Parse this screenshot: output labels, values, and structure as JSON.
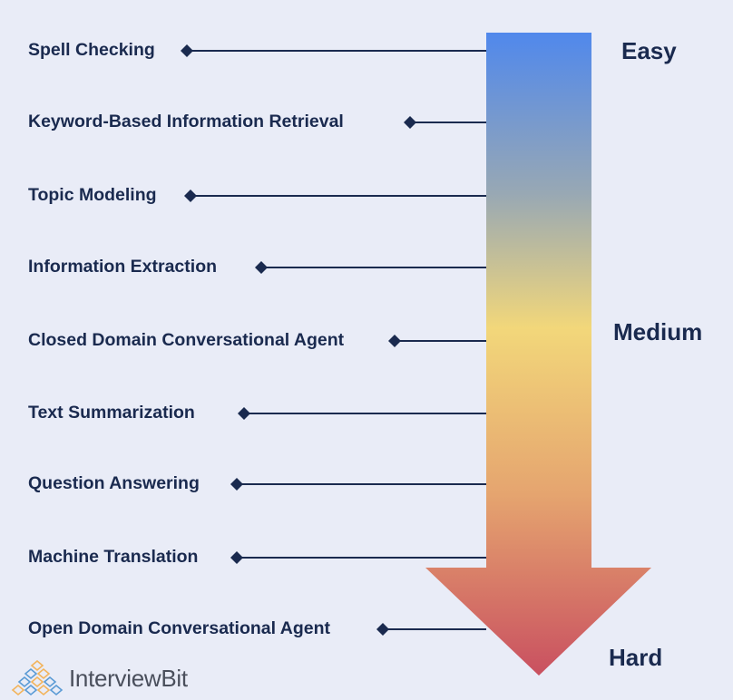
{
  "tasks": [
    "Spell Checking",
    "Keyword-Based Information Retrieval",
    "Topic Modeling",
    "Information Extraction",
    "Closed Domain Conversational Agent",
    "Text Summarization",
    "Question Answering",
    "Machine Translation",
    "Open Domain Conversational Agent"
  ],
  "levels": {
    "easy": "Easy",
    "medium": "Medium",
    "hard": "Hard"
  },
  "brand": {
    "name": "InterviewBit",
    "icon": "diamond-grid-logo-icon"
  },
  "colors": {
    "background": "#e9ecf7",
    "text": "#1a2a4f",
    "gradient_top": "#5088ec",
    "gradient_mid": "#f2d77a",
    "gradient_bottom": "#c95060"
  }
}
